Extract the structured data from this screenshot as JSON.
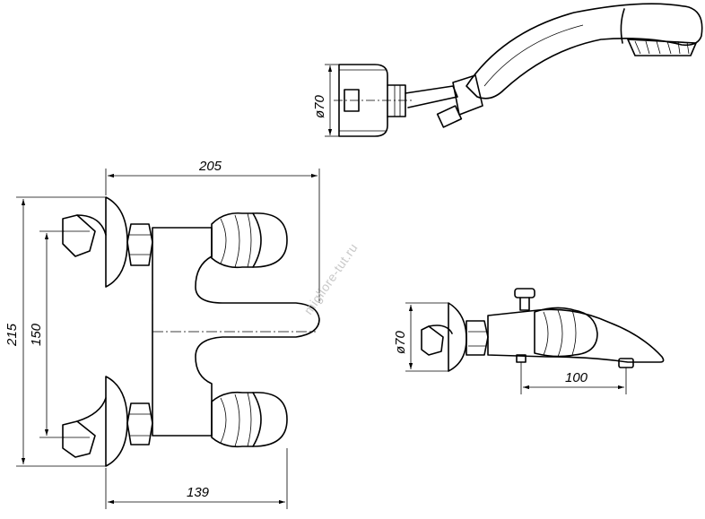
{
  "dimensions": {
    "width_top": "205",
    "height_total": "215",
    "height_centers": "150",
    "width_bottom": "139",
    "diameter_shower": "ø70",
    "diameter_tap": "ø70",
    "spout_length": "100"
  },
  "watermark": "migliore-tut.ru"
}
